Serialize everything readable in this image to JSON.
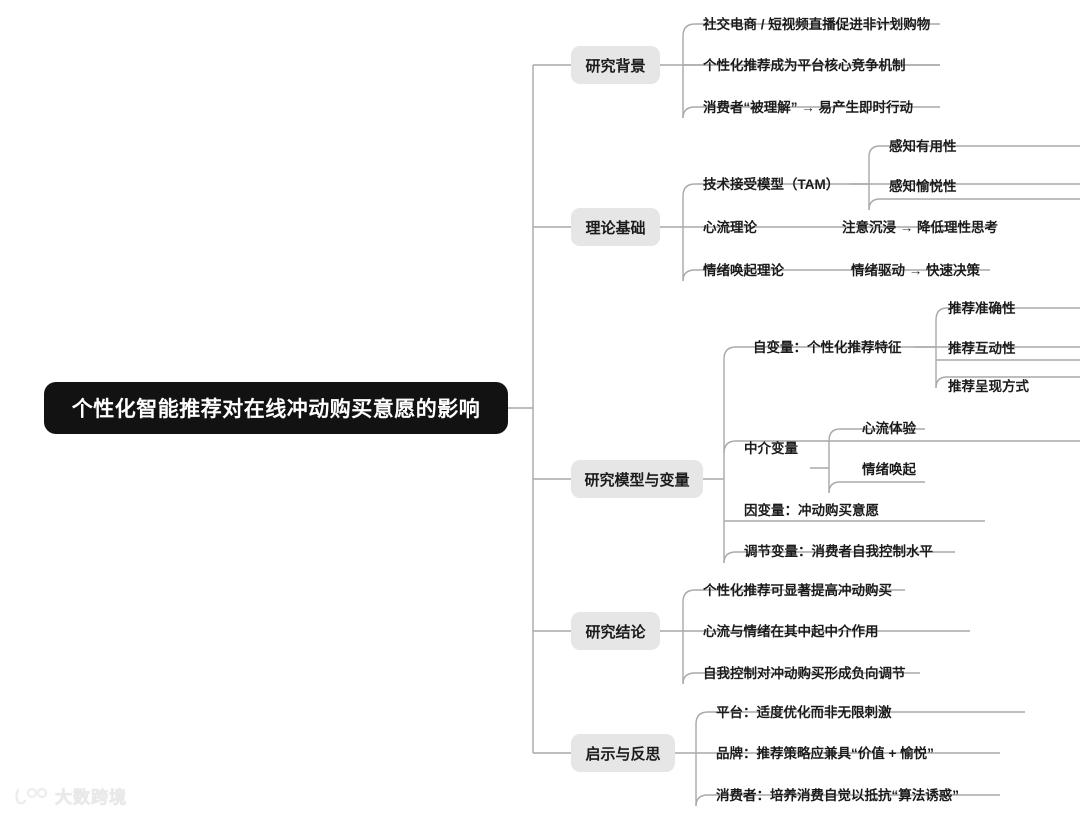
{
  "mindmap": {
    "root": {
      "label": "个性化智能推荐对在线冲动购买意愿的影响",
      "bg_color": "#121212",
      "text_color": "#ffffff"
    },
    "branch_bg_color": "#e6e6e6",
    "link_color": "#a9a9a9",
    "branches": [
      {
        "label": "研究背景",
        "children": [
          {
            "label": "社交电商 / 短视频直播促进非计划购物",
            "children": []
          },
          {
            "label": "个性化推荐成为平台核心竞争机制",
            "children": []
          },
          {
            "label": "消费者“被理解” → 易产生即时行动",
            "children": []
          }
        ]
      },
      {
        "label": "理论基础",
        "children": [
          {
            "label": "技术接受模型（TAM）",
            "children": [
              {
                "label": "感知有用性"
              },
              {
                "label": "感知愉悦性"
              }
            ]
          },
          {
            "label": "心流理论",
            "children": [
              {
                "label": "注意沉浸 → 降低理性思考"
              }
            ]
          },
          {
            "label": "情绪唤起理论",
            "children": [
              {
                "label": "情绪驱动 → 快速决策"
              }
            ]
          }
        ]
      },
      {
        "label": "研究模型与变量",
        "children": [
          {
            "label": "自变量：个性化推荐特征",
            "children": [
              {
                "label": "推荐准确性"
              },
              {
                "label": "推荐互动性"
              },
              {
                "label": "推荐呈现方式"
              }
            ]
          },
          {
            "label": "中介变量",
            "children": [
              {
                "label": "心流体验"
              },
              {
                "label": "情绪唤起"
              }
            ]
          },
          {
            "label": "因变量：冲动购买意愿",
            "children": []
          },
          {
            "label": "调节变量：消费者自我控制水平",
            "children": []
          }
        ]
      },
      {
        "label": "研究结论",
        "children": [
          {
            "label": "个性化推荐可显著提高冲动购买",
            "children": []
          },
          {
            "label": "心流与情绪在其中起中介作用",
            "children": []
          },
          {
            "label": "自我控制对冲动购买形成负向调节",
            "children": []
          }
        ]
      },
      {
        "label": "启示与反思",
        "children": [
          {
            "label": "平台：适度优化而非无限刺激",
            "children": []
          },
          {
            "label": "品牌：推荐策略应兼具“价值 + 愉悦”",
            "children": []
          },
          {
            "label": "消费者：培养消费自觉以抵抗“算法诱惑”",
            "children": []
          }
        ]
      }
    ]
  },
  "watermark": {
    "text": "大数跨境",
    "logo_icon": "dashu-logo-icon"
  }
}
